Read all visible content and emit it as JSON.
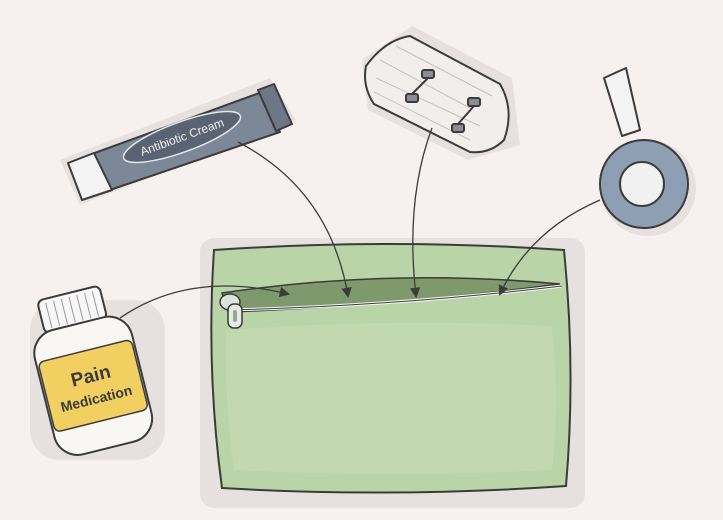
{
  "illustration": {
    "tube_label": "Antibiotic Cream",
    "bottle_label_line1": "Pain",
    "bottle_label_line2": "Medication"
  },
  "colors": {
    "background": "#f6f1ef",
    "pouch_green": "#b9d4a6",
    "tube_blue": "#7c8797",
    "bottle_label_yellow": "#f1d061",
    "tape_blue": "#8e9fb3",
    "outline": "#3b3b3b"
  }
}
